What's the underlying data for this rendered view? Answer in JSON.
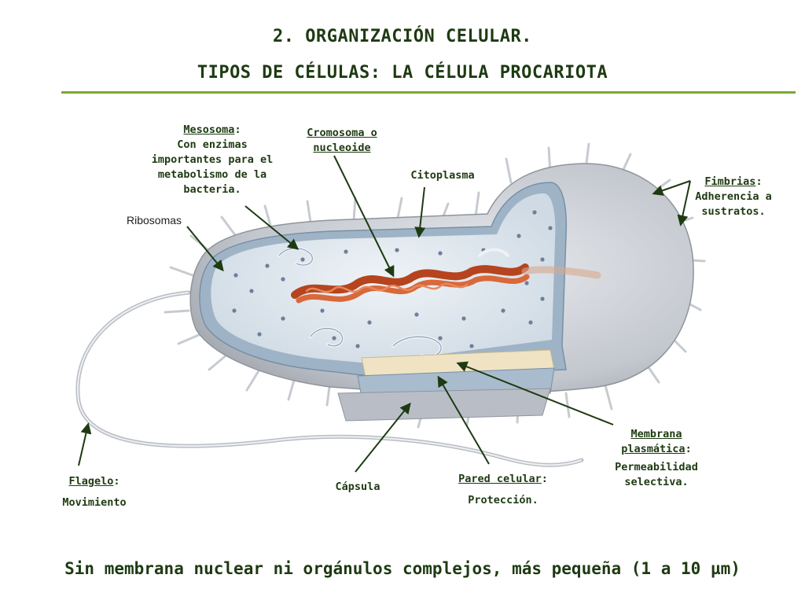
{
  "title": {
    "line1": "2. ORGANIZACIÓN CELULAR.",
    "line2": "TIPOS DE CÉLULAS: LA CÉLULA PROCARIOTA"
  },
  "labels": {
    "mesosoma": {
      "term": "Mesosoma",
      "sep": ":",
      "desc": "Con enzimas importantes para el metabolismo de la bacteria."
    },
    "cromosoma": {
      "term": "Cromosoma o nucleoide"
    },
    "citoplasma": {
      "term": "Citoplasma"
    },
    "fimbrias": {
      "term": "Fimbrias",
      "sep": ":",
      "desc": "Adherencia a sustratos."
    },
    "ribosomas": {
      "term": "Ribosomas"
    },
    "flagelo": {
      "term": "Flagelo",
      "sep": ":",
      "desc": "Movimiento"
    },
    "capsula": {
      "term": "Cápsula"
    },
    "pared": {
      "term": "Pared celular",
      "sep": ":",
      "desc": "Protección."
    },
    "membrana": {
      "term": "Membrana plasmática",
      "sep": ":",
      "desc": "Permeabilidad selectiva."
    }
  },
  "footer": "Sin membrana nuclear ni orgánulos complejos, más pequeña (1 a 10 µm)",
  "colors": {
    "title": "#1e3a12",
    "rule": "#7aab2f",
    "arrow": "#1e3a12",
    "capsule": "#c9ccd2",
    "cytoplasm": "#dde6ee",
    "chromosome": "#c8552a"
  }
}
